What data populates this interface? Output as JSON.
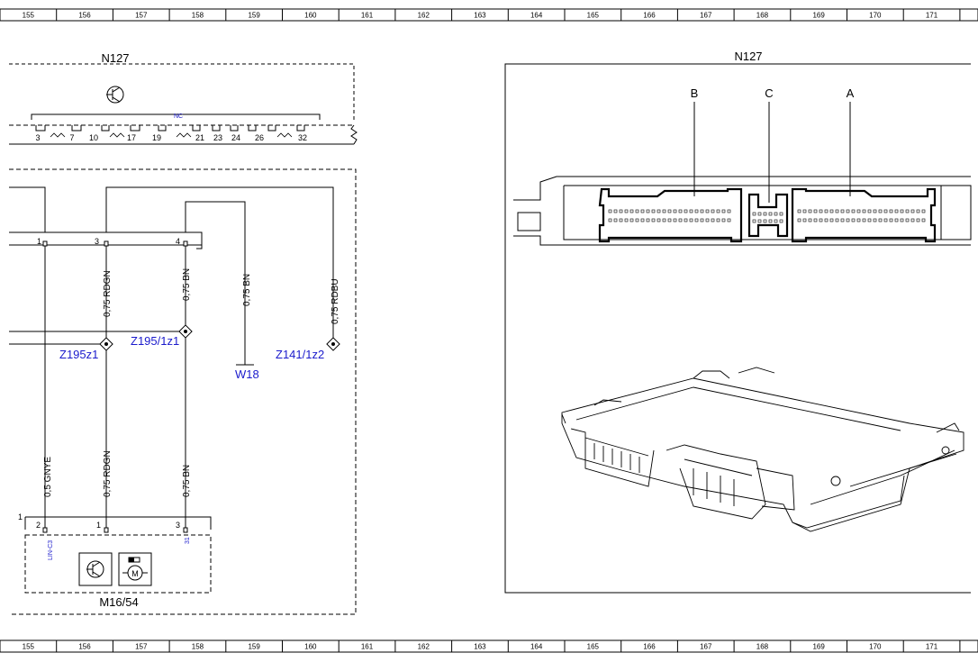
{
  "ruler": {
    "columns": [
      "155",
      "156",
      "157",
      "158",
      "159",
      "160",
      "161",
      "162",
      "163",
      "164",
      "165",
      "166",
      "167",
      "168",
      "169",
      "170",
      "171"
    ]
  },
  "upper_module": {
    "title": "N127",
    "nc_label": "NC",
    "pins": [
      "3",
      "7",
      "10",
      "17",
      "19",
      "21",
      "23",
      "24",
      "26",
      "32"
    ]
  },
  "connector_pins": [
    "1",
    "3",
    "4"
  ],
  "wires": {
    "w_gnye_top": "",
    "w_rdgn_top": "0,75 RDGN",
    "w_bn_top": "0,75 BN",
    "w_bn_w18": "0,75 BN",
    "w_rdbu": "0,75 RDBU",
    "w_gnye_bot": "0,5 GNYE",
    "w_rdgn_bot": "0,75 RDGN",
    "w_bn_bot": "0,75 BN"
  },
  "refs": {
    "z195z1": "Z195z1",
    "z195_1z1": "Z195/1z1",
    "w18": "W18",
    "z141_1z2": "Z141/1z2"
  },
  "lower_module": {
    "title": "M16/54",
    "side_pin": "1",
    "pins": [
      "2",
      "1",
      "3"
    ],
    "lin_label": "LIN-C3",
    "pin31_label": "31"
  },
  "connector_view": {
    "title": "N127",
    "labels": [
      "B",
      "C",
      "A"
    ]
  },
  "colors": {
    "reference_blue": "#1a1acc",
    "line": "#000000"
  }
}
